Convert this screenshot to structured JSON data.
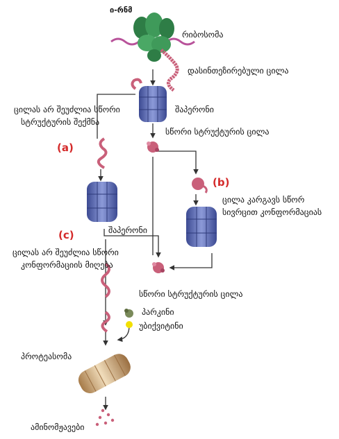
{
  "labels": {
    "mrna": "ი-რნმ",
    "ribosome": "რიბოსომა",
    "unfolded_protein": "დასინთეზირებული ცილა",
    "cannot_fold_line1": "ცილას არ შეუძლია  სწორი",
    "cannot_fold_line2": "სტრუქტურის შექმნა",
    "chaperone_top": "შაპერონი",
    "correct_structure_top": "სწორი სტრუქტურის ცილა",
    "lost_conformation_line1": "ცილა კარგავს სწორ",
    "lost_conformation_line2": "სივრცით კონფორმაციას",
    "chaperone_mid": "შაპერონი",
    "cannot_get_line1": "ცილას არ შეუძლია  სწორი",
    "cannot_get_line2": "კონფორმაციის მიღება",
    "correct_structure_bottom": "სწორი სტრუქტურის ცილა",
    "parkin": "პარკინი",
    "ubiquitin": "უბიქვიტინი",
    "proteasome": "პროტეასომა",
    "amino_acids": "ამინომჟავები"
  },
  "tags": {
    "a": "(a)",
    "b": "(b)",
    "c": "(c)"
  },
  "colors": {
    "ribosome": "#3f9a5a",
    "chaperone": "#5b6bb5",
    "protein": "#c9607a",
    "mrna": "#b8529a",
    "proteasome": "#d6b98e",
    "ubiquitin": "#f2e000",
    "tag": "#d42a2a"
  }
}
